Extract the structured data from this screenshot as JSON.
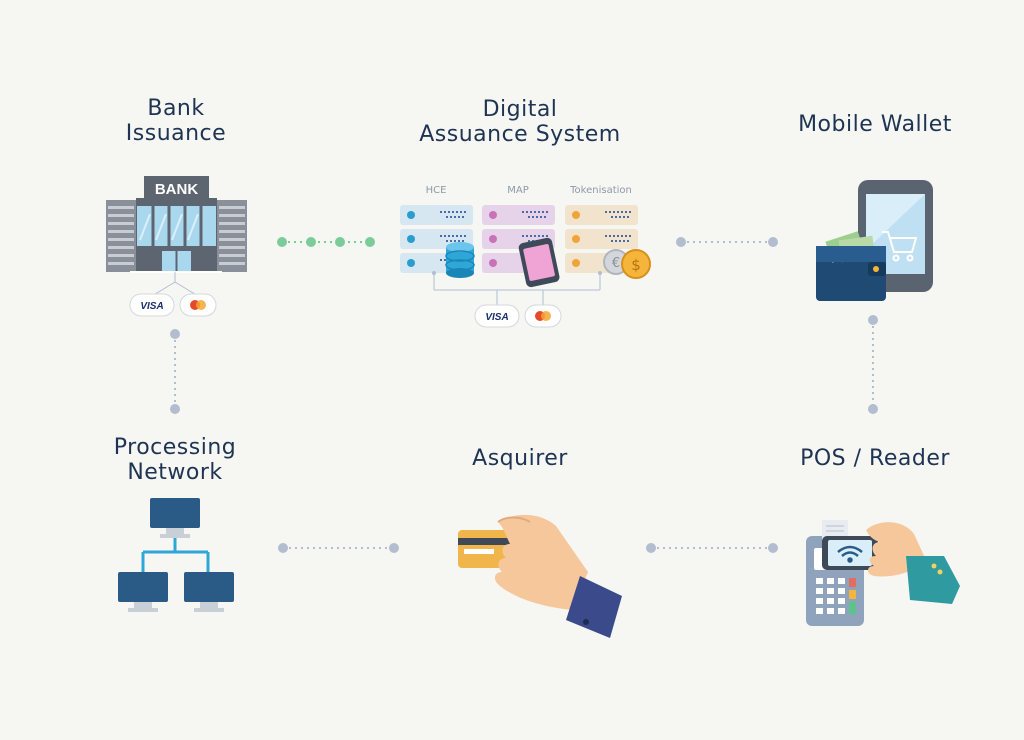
{
  "nodes": {
    "bank": {
      "title": "Bank\nIssuance",
      "building_sign": "BANK",
      "cards": [
        "VISA",
        "mastercard-icon"
      ]
    },
    "das": {
      "title": "Digital\nAssuance System",
      "columns": [
        "HCE",
        "MAP",
        "Tokenisation"
      ],
      "cards": [
        "VISA",
        "mastercard-icon"
      ]
    },
    "wallet": {
      "title": "Mobile Wallet"
    },
    "processing": {
      "title": "Processing\nNetwork"
    },
    "acquirer": {
      "title": "Asquirer"
    },
    "pos": {
      "title": "POS / Reader"
    }
  },
  "colors": {
    "background": "#f6f6f3",
    "connector_gray": "#b3bdd0",
    "connector_green": "#7ccc9a",
    "hce": "#d6e7f1",
    "map": "#e6d3e9",
    "tokenisation": "#f2e3cd",
    "navy": "#1f4a73"
  }
}
